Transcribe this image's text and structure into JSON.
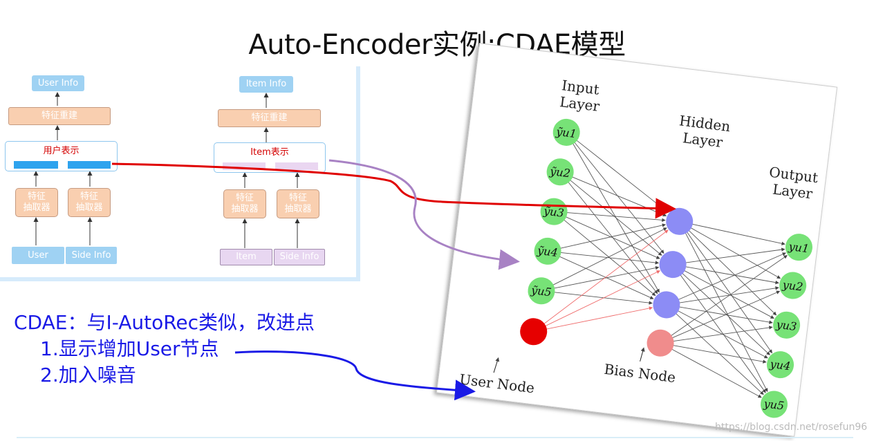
{
  "title": "Auto-Encoder实例:CDAE模型",
  "user_model": {
    "info": "User Info",
    "reconstruct": "特征重建",
    "representation": "用户表示",
    "extractor_left": "特征\n抽取器",
    "extractor_right": "特征\n抽取器",
    "input_left": "User",
    "input_right": "Side Info"
  },
  "item_model": {
    "info": "Item Info",
    "reconstruct": "特征重建",
    "representation": "Item表示",
    "extractor_left": "特征\n抽取器",
    "extractor_right": "特征\n抽取器",
    "input_left": "Item",
    "input_right": "Side Info"
  },
  "network": {
    "input_label": "Input\nLayer",
    "hidden_label": "Hidden\nLayer",
    "output_label": "Output\nLayer",
    "input_nodes": [
      "ỹu1",
      "ỹu2",
      "ỹu3",
      "ỹu4",
      "ỹu5"
    ],
    "output_nodes": [
      "yu1",
      "yu2",
      "yu3",
      "yu4",
      "yu5"
    ],
    "user_node_label": "User Node",
    "bias_node_label": "Bias Node",
    "colors": {
      "input": "#77e277",
      "hidden": "#8c8cf5",
      "user": "#e60000",
      "bias": "#f08c8c"
    }
  },
  "annotation": {
    "main": "CDAE：与I-AutoRec类似，改进点",
    "point1": "1.显示增加User节点",
    "point2": "2.加入噪音"
  },
  "watermark": "https://blog.csdn.net/rosefun96",
  "colors": {
    "accent_red": "#e00000",
    "accent_purple": "#a882c4",
    "accent_blue": "#1a1ae6"
  }
}
